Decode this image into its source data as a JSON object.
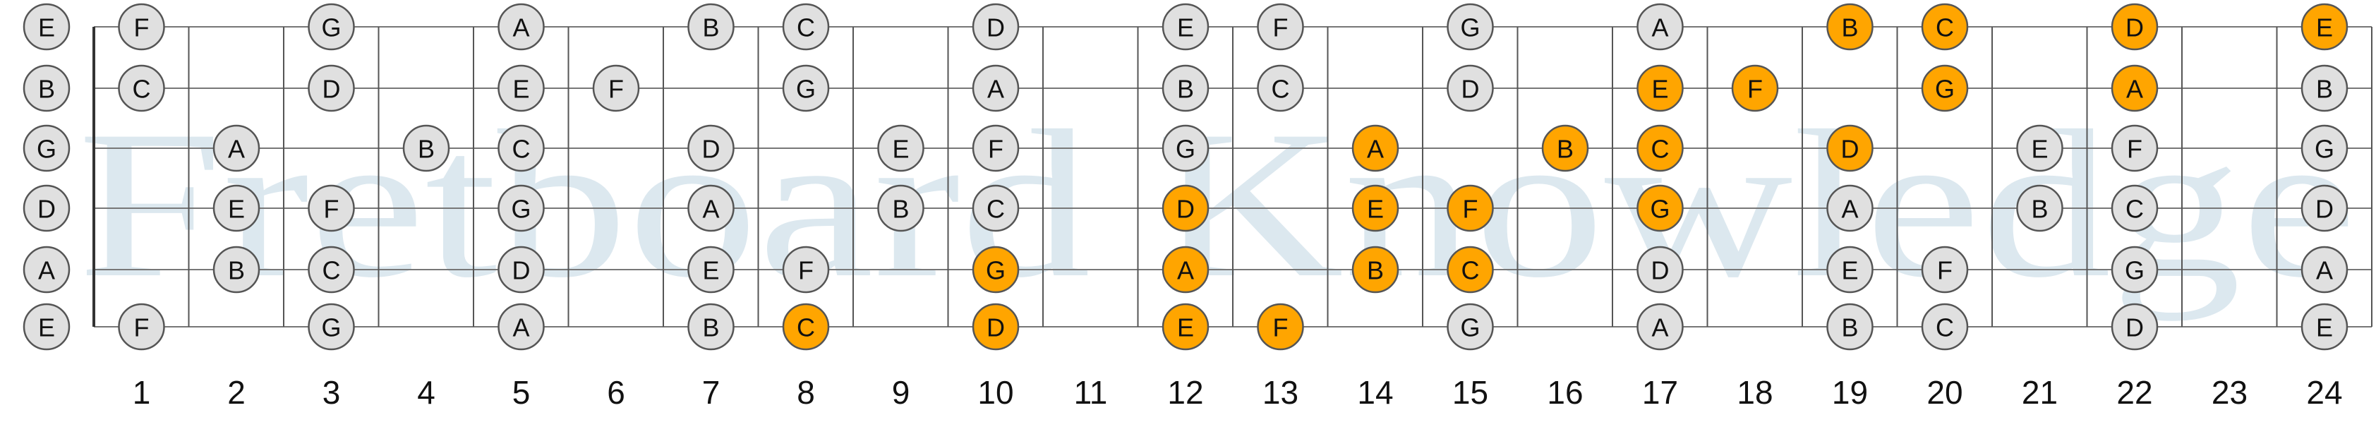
{
  "watermark_text": "Fretboard Knowledge",
  "colors": {
    "highlight": "#FFA500",
    "natural": "#E0E0E0",
    "watermark": "#DCE8EF"
  },
  "open_strings": [
    "E",
    "B",
    "G",
    "D",
    "A",
    "E"
  ],
  "fret_numbers": [
    1,
    2,
    3,
    4,
    5,
    6,
    7,
    8,
    9,
    10,
    11,
    12,
    13,
    14,
    15,
    16,
    17,
    18,
    19,
    20,
    21,
    22,
    23,
    24
  ],
  "fretboard": [
    {
      "fret": 1,
      "notes": [
        {
          "string": 1,
          "note": "F"
        },
        {
          "string": 2,
          "note": "C"
        },
        {
          "string": 6,
          "note": "F"
        }
      ]
    },
    {
      "fret": 2,
      "notes": [
        {
          "string": 3,
          "note": "A"
        },
        {
          "string": 4,
          "note": "E"
        },
        {
          "string": 5,
          "note": "B"
        }
      ]
    },
    {
      "fret": 3,
      "notes": [
        {
          "string": 1,
          "note": "G"
        },
        {
          "string": 2,
          "note": "D"
        },
        {
          "string": 4,
          "note": "F"
        },
        {
          "string": 5,
          "note": "C"
        },
        {
          "string": 6,
          "note": "G"
        }
      ]
    },
    {
      "fret": 4,
      "notes": [
        {
          "string": 3,
          "note": "B"
        }
      ]
    },
    {
      "fret": 5,
      "notes": [
        {
          "string": 1,
          "note": "A"
        },
        {
          "string": 2,
          "note": "E"
        },
        {
          "string": 3,
          "note": "C"
        },
        {
          "string": 4,
          "note": "G"
        },
        {
          "string": 5,
          "note": "D"
        },
        {
          "string": 6,
          "note": "A"
        }
      ]
    },
    {
      "fret": 6,
      "notes": [
        {
          "string": 2,
          "note": "F"
        }
      ]
    },
    {
      "fret": 7,
      "notes": [
        {
          "string": 1,
          "note": "B"
        },
        {
          "string": 3,
          "note": "D"
        },
        {
          "string": 4,
          "note": "A"
        },
        {
          "string": 5,
          "note": "E"
        },
        {
          "string": 6,
          "note": "B"
        }
      ]
    },
    {
      "fret": 8,
      "notes": [
        {
          "string": 1,
          "note": "C"
        },
        {
          "string": 2,
          "note": "G"
        },
        {
          "string": 5,
          "note": "F"
        },
        {
          "string": 6,
          "note": "C",
          "highlight": true
        }
      ]
    },
    {
      "fret": 9,
      "notes": [
        {
          "string": 3,
          "note": "E"
        },
        {
          "string": 4,
          "note": "B"
        }
      ]
    },
    {
      "fret": 10,
      "notes": [
        {
          "string": 1,
          "note": "D"
        },
        {
          "string": 2,
          "note": "A"
        },
        {
          "string": 3,
          "note": "F"
        },
        {
          "string": 4,
          "note": "C"
        },
        {
          "string": 5,
          "note": "G",
          "highlight": true
        },
        {
          "string": 6,
          "note": "D",
          "highlight": true
        }
      ]
    },
    {
      "fret": 12,
      "notes": [
        {
          "string": 1,
          "note": "E"
        },
        {
          "string": 2,
          "note": "B"
        },
        {
          "string": 3,
          "note": "G"
        },
        {
          "string": 4,
          "note": "D",
          "highlight": true
        },
        {
          "string": 5,
          "note": "A",
          "highlight": true
        },
        {
          "string": 6,
          "note": "E",
          "highlight": true
        }
      ]
    },
    {
      "fret": 13,
      "notes": [
        {
          "string": 1,
          "note": "F"
        },
        {
          "string": 2,
          "note": "C"
        },
        {
          "string": 6,
          "note": "F",
          "highlight": true
        }
      ]
    },
    {
      "fret": 14,
      "notes": [
        {
          "string": 3,
          "note": "A",
          "highlight": true
        },
        {
          "string": 4,
          "note": "E",
          "highlight": true
        },
        {
          "string": 5,
          "note": "B",
          "highlight": true
        }
      ]
    },
    {
      "fret": 15,
      "notes": [
        {
          "string": 1,
          "note": "G"
        },
        {
          "string": 2,
          "note": "D"
        },
        {
          "string": 4,
          "note": "F",
          "highlight": true
        },
        {
          "string": 5,
          "note": "C",
          "highlight": true
        },
        {
          "string": 6,
          "note": "G"
        }
      ]
    },
    {
      "fret": 16,
      "notes": [
        {
          "string": 3,
          "note": "B",
          "highlight": true
        }
      ]
    },
    {
      "fret": 17,
      "notes": [
        {
          "string": 1,
          "note": "A"
        },
        {
          "string": 2,
          "note": "E",
          "highlight": true
        },
        {
          "string": 3,
          "note": "C",
          "highlight": true
        },
        {
          "string": 4,
          "note": "G",
          "highlight": true
        },
        {
          "string": 5,
          "note": "D"
        },
        {
          "string": 6,
          "note": "A"
        }
      ]
    },
    {
      "fret": 18,
      "notes": [
        {
          "string": 2,
          "note": "F",
          "highlight": true
        }
      ]
    },
    {
      "fret": 19,
      "notes": [
        {
          "string": 1,
          "note": "B",
          "highlight": true
        },
        {
          "string": 3,
          "note": "D",
          "highlight": true
        },
        {
          "string": 4,
          "note": "A"
        },
        {
          "string": 5,
          "note": "E"
        },
        {
          "string": 6,
          "note": "B"
        }
      ]
    },
    {
      "fret": 20,
      "notes": [
        {
          "string": 1,
          "note": "C",
          "highlight": true
        },
        {
          "string": 2,
          "note": "G",
          "highlight": true
        },
        {
          "string": 5,
          "note": "F"
        },
        {
          "string": 6,
          "note": "C"
        }
      ]
    },
    {
      "fret": 21,
      "notes": [
        {
          "string": 3,
          "note": "E"
        },
        {
          "string": 4,
          "note": "B"
        }
      ]
    },
    {
      "fret": 22,
      "notes": [
        {
          "string": 1,
          "note": "D",
          "highlight": true
        },
        {
          "string": 2,
          "note": "A",
          "highlight": true
        },
        {
          "string": 3,
          "note": "F"
        },
        {
          "string": 4,
          "note": "C"
        },
        {
          "string": 5,
          "note": "G"
        },
        {
          "string": 6,
          "note": "D"
        }
      ]
    },
    {
      "fret": 24,
      "notes": [
        {
          "string": 1,
          "note": "E",
          "highlight": true
        },
        {
          "string": 2,
          "note": "B"
        },
        {
          "string": 3,
          "note": "G"
        },
        {
          "string": 4,
          "note": "D"
        },
        {
          "string": 5,
          "note": "A"
        },
        {
          "string": 6,
          "note": "E"
        }
      ]
    }
  ]
}
